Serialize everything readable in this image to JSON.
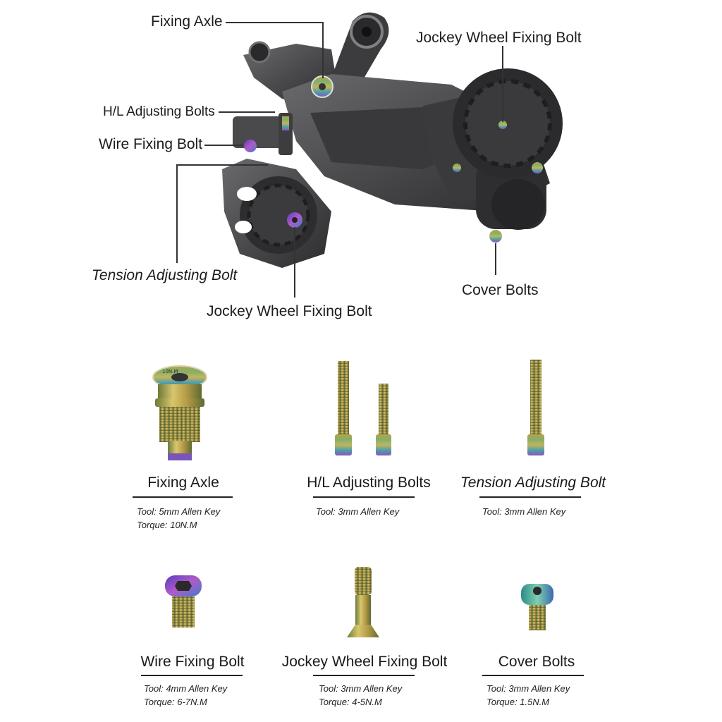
{
  "callouts": {
    "fixing_axle": "Fixing Axle",
    "jockey_top": "Jockey Wheel Fixing Bolt",
    "hl": "H/L  Adjusting Bolts",
    "wire": "Wire Fixing Bolt",
    "tension": "Tension Adjusting Bolt",
    "cover": "Cover Bolts",
    "jockey_bottom": "Jockey Wheel Fixing Bolt"
  },
  "parts": [
    {
      "title": "Fixing Axle",
      "tool": "Tool:  5mm Allen Key",
      "torque": "Torque:  10N.M",
      "engraving": "10N.M"
    },
    {
      "title": "H/L  Adjusting Bolts",
      "tool": "Tool:  3mm Allen Key",
      "torque": ""
    },
    {
      "title": "Tension Adjusting Bolt",
      "tool": "Tool:  3mm Allen Key",
      "torque": ""
    },
    {
      "title": "Wire Fixing Bolt",
      "tool": "Tool:  4mm Allen Key",
      "torque": "Torque:  6-7N.M"
    },
    {
      "title": "Jockey Wheel Fixing Bolt",
      "tool": "Tool:  3mm Allen Key",
      "torque": "Torque:  4-5N.M"
    },
    {
      "title": "Cover Bolts",
      "tool": "Tool:  3mm Allen Key",
      "torque": "Torque:  1.5N.M"
    }
  ],
  "colors": {
    "frame": "#4a4a4c",
    "frame_dark": "#2b2b2d",
    "line": "#333333",
    "titanium_gold": "#c9b25a",
    "titanium_purple": "#7a4fb8"
  }
}
